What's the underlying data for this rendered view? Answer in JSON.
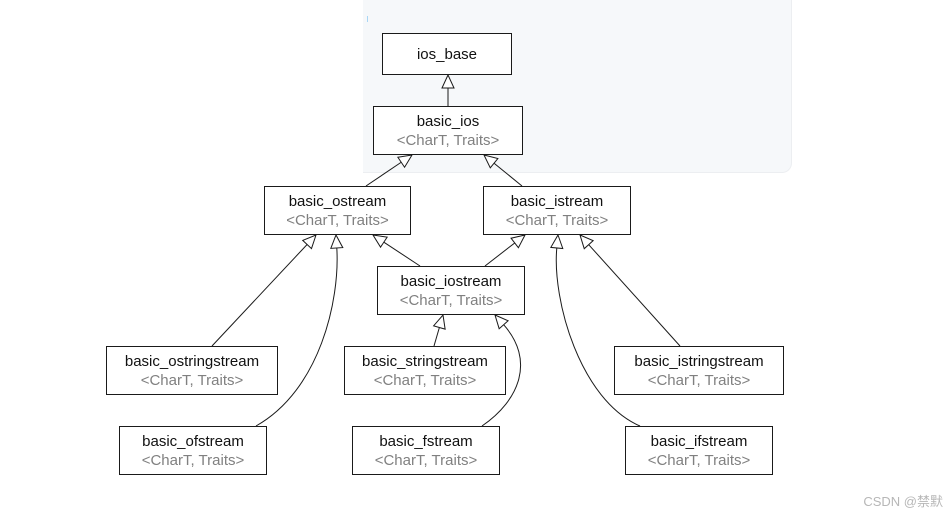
{
  "diagram": {
    "nodes": [
      {
        "id": "ios_base",
        "name": "ios_base",
        "params": ""
      },
      {
        "id": "basic_ios",
        "name": "basic_ios",
        "params": "<CharT, Traits>"
      },
      {
        "id": "basic_ostream",
        "name": "basic_ostream",
        "params": "<CharT, Traits>"
      },
      {
        "id": "basic_istream",
        "name": "basic_istream",
        "params": "<CharT, Traits>"
      },
      {
        "id": "basic_iostream",
        "name": "basic_iostream",
        "params": "<CharT, Traits>"
      },
      {
        "id": "basic_ostringstream",
        "name": "basic_ostringstream",
        "params": "<CharT, Traits>"
      },
      {
        "id": "basic_stringstream",
        "name": "basic_stringstream",
        "params": "<CharT, Traits>"
      },
      {
        "id": "basic_istringstream",
        "name": "basic_istringstream",
        "params": "<CharT, Traits>"
      },
      {
        "id": "basic_ofstream",
        "name": "basic_ofstream",
        "params": "<CharT, Traits>"
      },
      {
        "id": "basic_fstream",
        "name": "basic_fstream",
        "params": "<CharT, Traits>"
      },
      {
        "id": "basic_ifstream",
        "name": "basic_ifstream",
        "params": "<CharT, Traits>"
      }
    ],
    "edges": [
      {
        "from": "basic_ios",
        "to": "ios_base"
      },
      {
        "from": "basic_ostream",
        "to": "basic_ios"
      },
      {
        "from": "basic_istream",
        "to": "basic_ios"
      },
      {
        "from": "basic_iostream",
        "to": "basic_ostream"
      },
      {
        "from": "basic_iostream",
        "to": "basic_istream"
      },
      {
        "from": "basic_ostringstream",
        "to": "basic_ostream"
      },
      {
        "from": "basic_ofstream",
        "to": "basic_ostream"
      },
      {
        "from": "basic_stringstream",
        "to": "basic_iostream"
      },
      {
        "from": "basic_fstream",
        "to": "basic_iostream"
      },
      {
        "from": "basic_istringstream",
        "to": "basic_istream"
      },
      {
        "from": "basic_ifstream",
        "to": "basic_istream"
      }
    ],
    "edge_color": "#1a1a1a",
    "box_border_color": "#1a1a1a",
    "param_text_color": "#808080"
  },
  "watermark": "CSDN @禁默"
}
